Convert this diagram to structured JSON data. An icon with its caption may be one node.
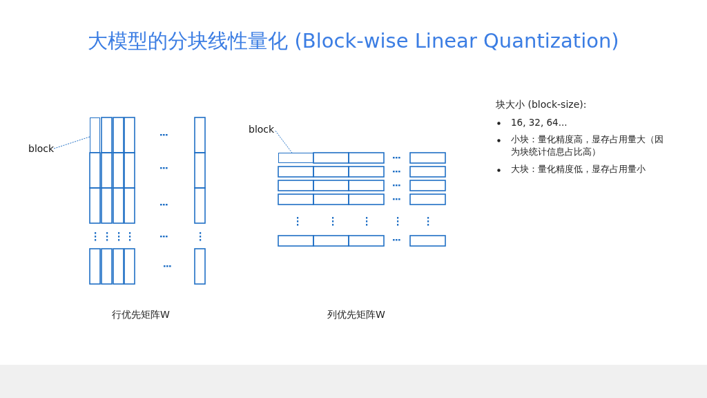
{
  "diagram": {
    "title": "大模型的分块线性量化 (Block-wise Linear Quantization)",
    "nodes": [
      {
        "text": [
          "block"
        ]
      },
      {
        "text": [],
        "shape": "box"
      },
      {
        "text": [
          "block"
        ]
      },
      {
        "text": [],
        "shape": "box"
      }
    ],
    "edges": [
      {
        "from": 0,
        "to": 1,
        "arrow": "none",
        "style": "dashed"
      },
      {
        "from": 2,
        "to": 3,
        "arrow": "none",
        "style": "dashed"
      }
    ],
    "labels": [
      "块大小 (block-size):",
      "16, 32, 64...",
      "小块：量化精度高，显存占用量大（因为块统计信息占比高）",
      "大块：量化精度低，显存占用量小",
      "行优先矩阵W",
      "列优先矩阵W"
    ]
  }
}
